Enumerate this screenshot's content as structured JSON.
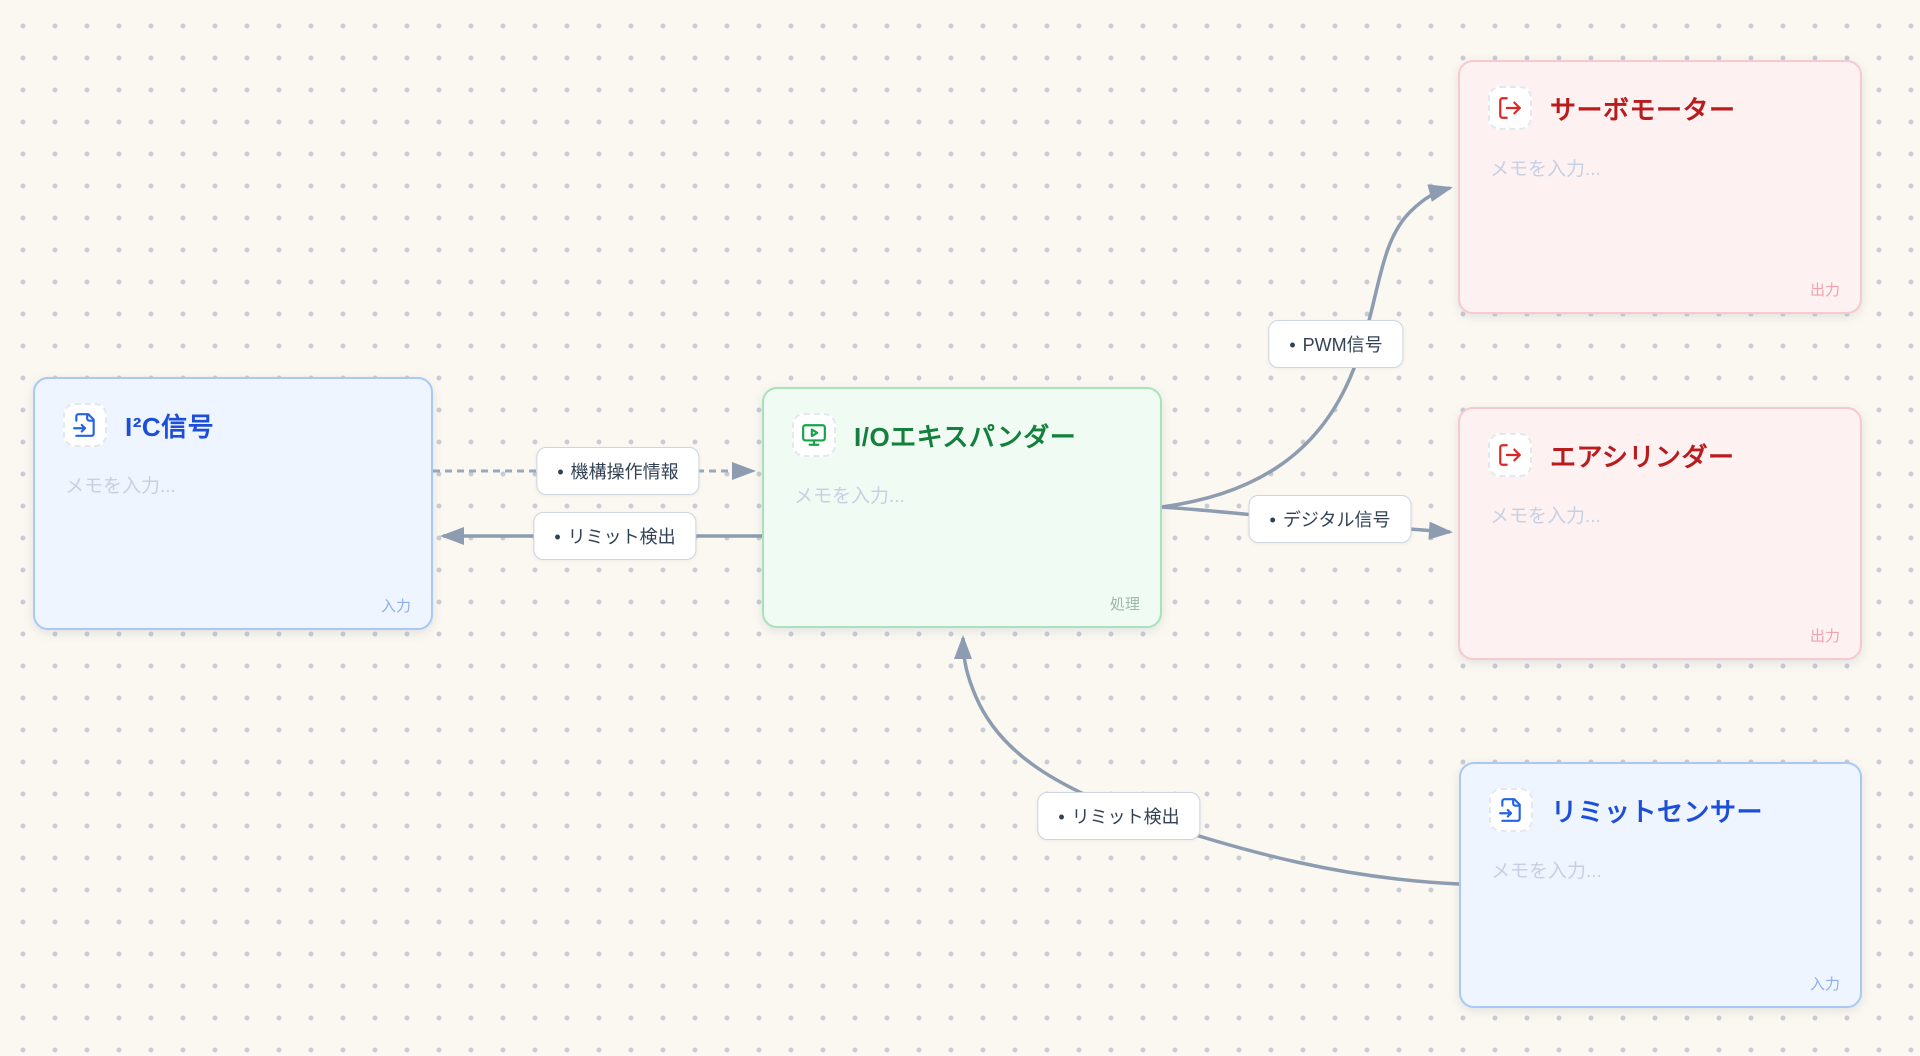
{
  "canvas": {
    "background": "#faf8f0",
    "dot_color": "#c7cbd6"
  },
  "nodes": [
    {
      "id": "i2c-signal",
      "title": "I²C信号",
      "memo_placeholder": "メモを入力...",
      "badge": "入力",
      "type": "input",
      "icon": "file-input-icon",
      "theme": "blue"
    },
    {
      "id": "io-expander",
      "title": "I/Oエキスパンダー",
      "memo_placeholder": "メモを入力...",
      "badge": "処理",
      "type": "process",
      "icon": "monitor-play-icon",
      "theme": "green"
    },
    {
      "id": "servo-motor",
      "title": "サーボモーター",
      "memo_placeholder": "メモを入力...",
      "badge": "出力",
      "type": "output",
      "icon": "log-out-icon",
      "theme": "red"
    },
    {
      "id": "air-cylinder",
      "title": "エアシリンダー",
      "memo_placeholder": "メモを入力...",
      "badge": "出力",
      "type": "output",
      "icon": "log-out-icon",
      "theme": "red"
    },
    {
      "id": "limit-sensor",
      "title": "リミットセンサー",
      "memo_placeholder": "メモを入力...",
      "badge": "入力",
      "type": "input",
      "icon": "file-input-icon",
      "theme": "blue"
    }
  ],
  "edges": [
    {
      "from": "i2c-signal",
      "to": "io-expander",
      "bullet": "•",
      "label": "機構操作情報",
      "style": "dashed"
    },
    {
      "from": "io-expander",
      "to": "i2c-signal",
      "bullet": "•",
      "label": "リミット検出",
      "style": "solid"
    },
    {
      "from": "io-expander",
      "to": "servo-motor",
      "bullet": "•",
      "label": "PWM信号",
      "style": "solid"
    },
    {
      "from": "io-expander",
      "to": "air-cylinder",
      "bullet": "•",
      "label": "デジタル信号",
      "style": "solid"
    },
    {
      "from": "limit-sensor",
      "to": "io-expander",
      "bullet": "•",
      "label": "リミット検出",
      "style": "solid"
    }
  ],
  "colors": {
    "edge": "#8d9cb0",
    "blue_title": "#1d4ed8",
    "green_title": "#15803d",
    "red_title": "#b91c1c"
  }
}
